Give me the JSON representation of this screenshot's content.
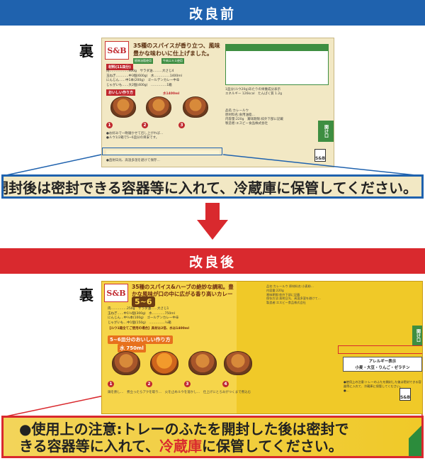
{
  "banners": {
    "before": "改良前",
    "after": "改良後"
  },
  "side_label": "裏",
  "before": {
    "logo": "S&B",
    "headline": "35種のスパイスが香り立つ、風味豊かな味わいに仕上げました。",
    "green_tags": [
      "植物油脂使用",
      "牛肉エキス使用"
    ],
    "ingredients_head": "材料(11皿分)",
    "howto_head": "おいしい作り方",
    "water_amount": "水1400ml",
    "tab": "開け口",
    "zoom_text": "意:開封後は密封できる容器等に入れて、冷蔵庫に保管してください。"
  },
  "after": {
    "logo": "S&B",
    "headline": "35種のスパイス&ハーブの絶妙な調和。豊かな風味が口の中に広がる香り高いカレーです。",
    "servings": "5~6",
    "water": "水 750ml",
    "allergy_title": "アレルギー表示",
    "allergy_items": "小麦・大豆・りんご・ゼラチン",
    "tab": "開け口",
    "zoom_line1_prefix": "●使用上の注意:トレーのふたを開封した後は密封で",
    "zoom_line2_a": "きる容器等に入れて、",
    "zoom_line2_red": "冷蔵庫",
    "zoom_line2_b": "に保管してください。"
  },
  "colors": {
    "before_accent": "#1f62ae",
    "after_accent": "#d9292e",
    "package_yellow": "#f0c928"
  }
}
